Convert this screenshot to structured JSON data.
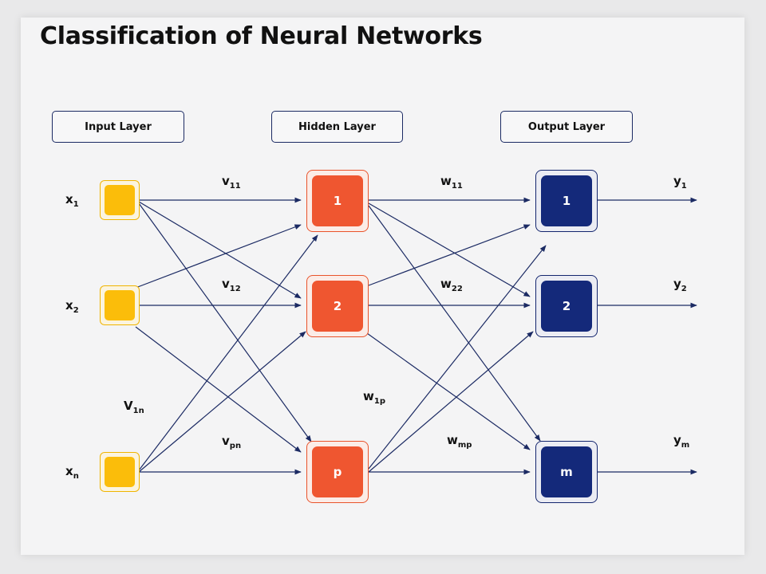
{
  "title": "Classification of Neural Networks",
  "layers": {
    "input": "Input Layer",
    "hidden": "Hidden Layer",
    "output": "Output Layer"
  },
  "inputs": [
    {
      "base": "x",
      "sub": "1"
    },
    {
      "base": "x",
      "sub": "2"
    },
    {
      "base": "x",
      "sub": "n"
    }
  ],
  "hidden_nodes": [
    "1",
    "2",
    "p"
  ],
  "output_nodes": [
    "1",
    "2",
    "m"
  ],
  "outputs": [
    {
      "base": "y",
      "sub": "1"
    },
    {
      "base": "y",
      "sub": "2"
    },
    {
      "base": "y",
      "sub": "m"
    }
  ],
  "weights": {
    "v11": {
      "base": "v",
      "sub": "11"
    },
    "v12": {
      "base": "v",
      "sub": "12"
    },
    "v1n": {
      "base": "V",
      "sub": "1n"
    },
    "vpn": {
      "base": "v",
      "sub": "pn"
    },
    "w11": {
      "base": "w",
      "sub": "11"
    },
    "w22": {
      "base": "w",
      "sub": "22"
    },
    "w1p": {
      "base": "w",
      "sub": "1p"
    },
    "wmp": {
      "base": "w",
      "sub": "mp"
    }
  },
  "colors": {
    "input_node": "#fbbd0a",
    "hidden_node": "#ef5630",
    "output_node": "#14297a",
    "link": "#1b2a63"
  }
}
